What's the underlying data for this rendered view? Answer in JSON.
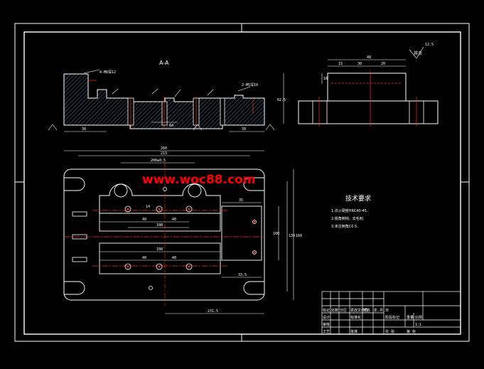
{
  "watermark": "www.woc88.com",
  "section_label": "A-A",
  "finish_label": "其余",
  "finish_value": "12.5",
  "tech_title": "技术要求",
  "tech_notes": [
    "1.淬火硬度HRC40-45.",
    "2.锐角倒钝，去毛刺.",
    "3.未注倒角C0.5."
  ],
  "dims_top": {
    "overall": "260",
    "inner": "213",
    "bolt_span": "200±0.5",
    "height_right": "160",
    "h2": "130",
    "h3": "100",
    "bottom": "231.5",
    "right_small": "33.5",
    "d40a": "40",
    "d40b": "40",
    "d108a": "108",
    "d108b": "108",
    "d14": "14",
    "d35": "35",
    "d40c": "40",
    "d40d": "40"
  },
  "dims_section": {
    "left": "38",
    "mid": "84",
    "right": "39",
    "thread1": "4-M8深12",
    "thread2": "2-M5深10"
  },
  "dims_side": {
    "top": "48",
    "a": "15",
    "b": "30",
    "c": "20",
    "h": "62.5",
    "small": "10"
  },
  "title_block": {
    "r1": [
      "标记",
      "处数",
      "分区",
      "更改文件号",
      "签名",
      "年.月.日"
    ],
    "r2": [
      "设计",
      "",
      "标准化",
      "",
      "阶段标记",
      "重量",
      "比例"
    ],
    "r3": [
      "审核"
    ],
    "r4": [
      "工艺",
      "",
      "批准",
      "",
      "共 张",
      "第 张"
    ],
    "ratio": "1:1"
  }
}
